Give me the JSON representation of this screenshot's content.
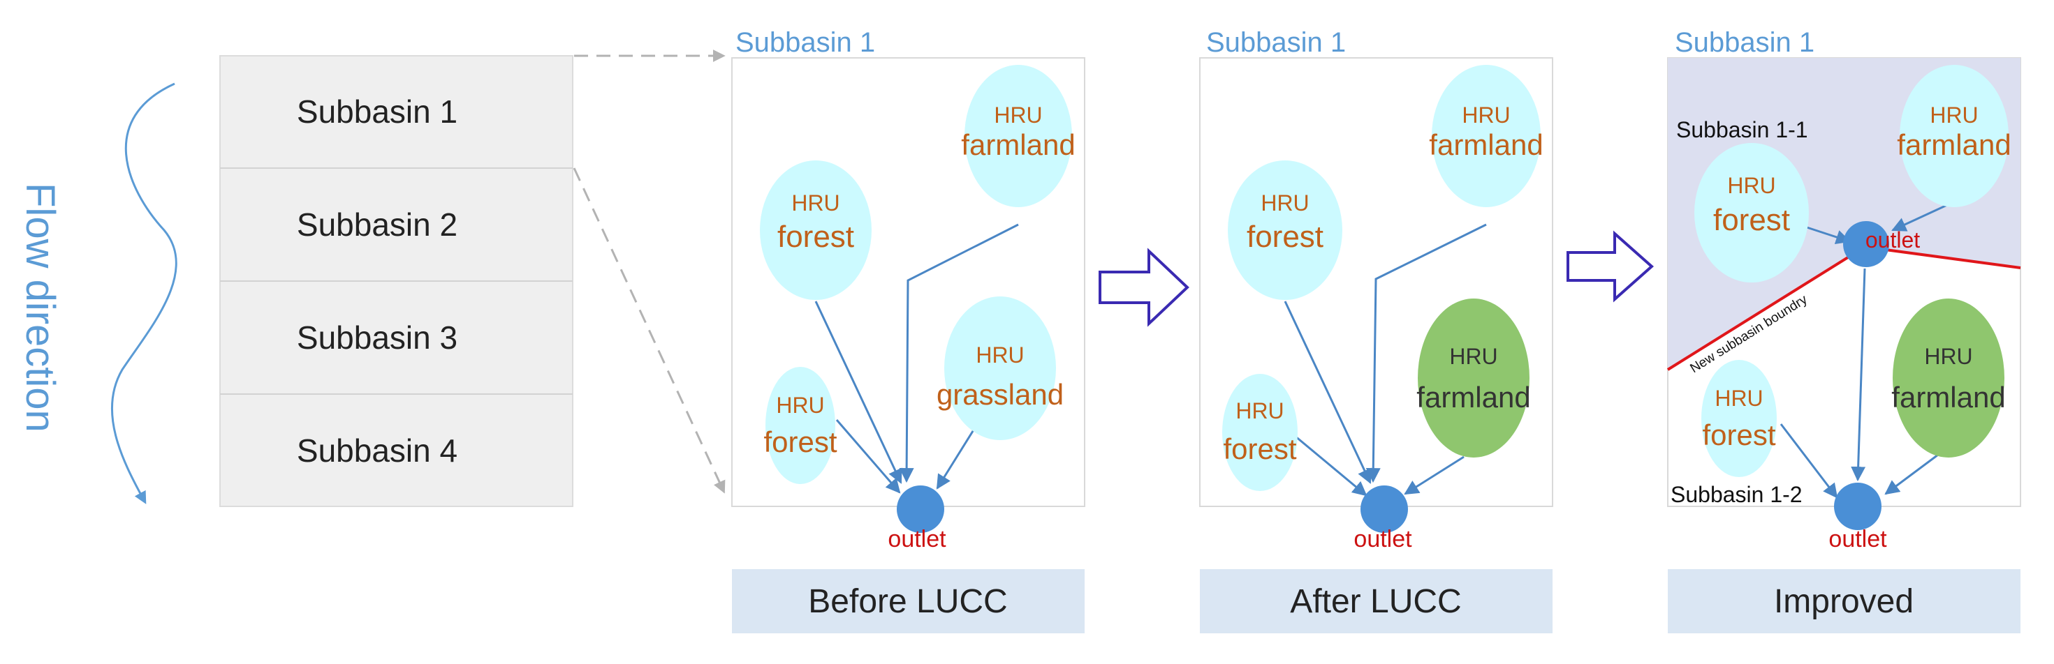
{
  "flow": {
    "label": "Flow direction"
  },
  "subbasins": [
    "Subbasin 1",
    "Subbasin 2",
    "Subbasin 3",
    "Subbasin 4"
  ],
  "panels": {
    "before": {
      "title": "Subbasin 1",
      "caption": "Before LUCC",
      "hrus": [
        {
          "tag": "HRU",
          "land": "farmland"
        },
        {
          "tag": "HRU",
          "land": "forest"
        },
        {
          "tag": "HRU",
          "land": "grassland"
        },
        {
          "tag": "HRU",
          "land": "forest"
        }
      ],
      "outlet": "outlet"
    },
    "after": {
      "title": "Subbasin 1",
      "caption": "After LUCC",
      "hrus": [
        {
          "tag": "HRU",
          "land": "farmland"
        },
        {
          "tag": "HRU",
          "land": "forest"
        },
        {
          "tag": "HRU",
          "land": "farmland"
        },
        {
          "tag": "HRU",
          "land": "forest"
        }
      ],
      "outlet": "outlet"
    },
    "improved": {
      "title": "Subbasin 1",
      "caption": "Improved",
      "sub1": "Subbasin 1-1",
      "sub2": "Subbasin 1-2",
      "boundary": "New subbasin boundry",
      "hrus": [
        {
          "tag": "HRU",
          "land": "farmland"
        },
        {
          "tag": "HRU",
          "land": "forest"
        },
        {
          "tag": "HRU",
          "land": "farmland"
        },
        {
          "tag": "HRU",
          "land": "forest"
        }
      ],
      "outlet1": "outlet",
      "outlet2": "outlet"
    }
  },
  "colors": {
    "hru_light": "#ccfaff",
    "hru_green": "#8fc66e",
    "outlet": "#4a8fd6",
    "arrow": "#4a86c5",
    "land_text": "#c0601a",
    "outlet_text": "#cc1111",
    "title_text": "#5b9bd5",
    "caption_bg": "#dae6f3",
    "improved_bg": "#dcdff0",
    "boundary": "#e0161a",
    "stack_bg": "#efefef",
    "step_arrow": "#3a2ab2"
  }
}
